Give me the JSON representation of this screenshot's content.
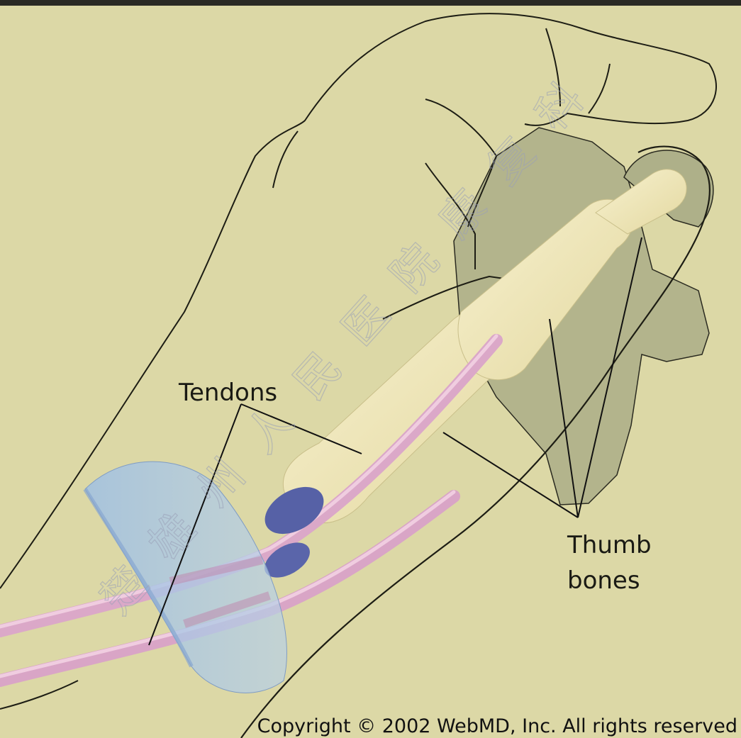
{
  "labels": {
    "tendons": "Tendons",
    "thumb_line1": "Thumb",
    "thumb_line2": "bones"
  },
  "copyright": "Copyright © 2002 WebMD, Inc. All rights reserved",
  "watermark": "楚雄州人民医院康复科",
  "colors": {
    "background": "#dcd8a6",
    "hand_shadow": "#b3b48c",
    "bone": "#efe7bc",
    "tendon": "#dba8c8",
    "splint": "#a4c2e0",
    "knot": "#5661a6",
    "outline": "#1d1d14"
  }
}
